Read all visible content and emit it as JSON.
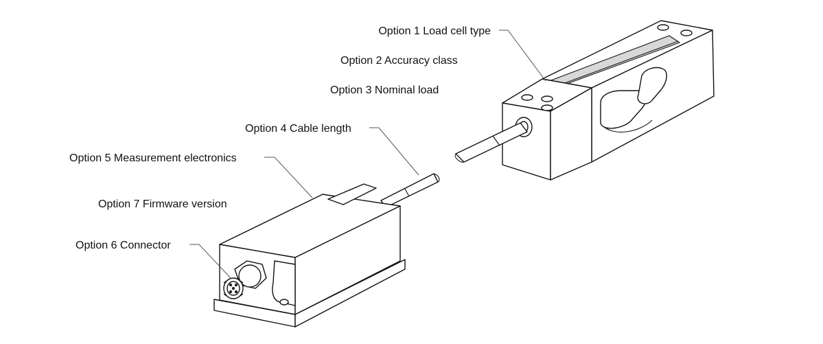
{
  "diagram": {
    "labels": {
      "option1": "Option 1 Load cell type",
      "option2": "Option 2 Accuracy class",
      "option3": "Option 3 Nominal load",
      "option4": "Option 4 Cable length",
      "option5": "Option 5 Measurement electronics",
      "option7": "Option 7 Firmware version",
      "option6": "Option 6 Connector"
    },
    "colors": {
      "ink": "#111111",
      "leader": "#555555",
      "shade": "#d8d8d8",
      "background": "#ffffff"
    }
  }
}
